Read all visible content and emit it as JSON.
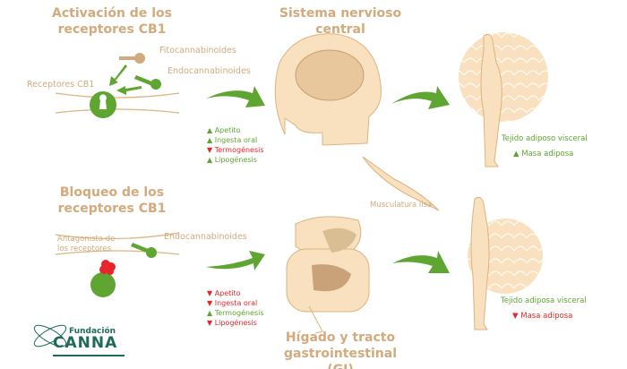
{
  "top": {
    "title_line1": "Activación de los",
    "title_line2": "receptores CB1",
    "phyto": "Fitocannabinoides",
    "endo": "Endocannabinoides",
    "receptors": "Receptores CB1",
    "effects": [
      {
        "dir": "up",
        "text": "Apetito"
      },
      {
        "dir": "up",
        "text": "Ingesta oral"
      },
      {
        "dir": "down",
        "text": "Termogénesis"
      },
      {
        "dir": "up",
        "text": "Lipogénesis"
      }
    ],
    "tissue": "Tejido adiposo visceral",
    "mass": "Masa adiposa",
    "mass_dir": "up"
  },
  "bottom": {
    "title_line1": "Bloqueo de los",
    "title_line2": "receptores CB1",
    "antagonist_line1": "Antagonista de",
    "antagonist_line2": "los receptores",
    "endo": "Endocannabinoides",
    "effects": [
      {
        "dir": "down",
        "text": "Apetito"
      },
      {
        "dir": "down",
        "text": "Ingesta oral"
      },
      {
        "dir": "up",
        "text": "Termogénesis"
      },
      {
        "dir": "down",
        "text": "Lipogénesis"
      }
    ],
    "tissue": "Tejido adiposa visceral",
    "mass": "Masa adiposa",
    "mass_dir": "down"
  },
  "cns": "Sistema nervioso central",
  "smooth_muscle": "Musculatura lisa",
  "gi_line1": "Hígado y tracto",
  "gi_line2": "gastrointestinal (GI)",
  "logo": {
    "line1": "Fundación",
    "line2": "CANNA"
  },
  "colors": {
    "tan": "#d2aa7c",
    "green": "#5fa531",
    "red": "#e8262a",
    "skin": "#f9e1c0"
  }
}
